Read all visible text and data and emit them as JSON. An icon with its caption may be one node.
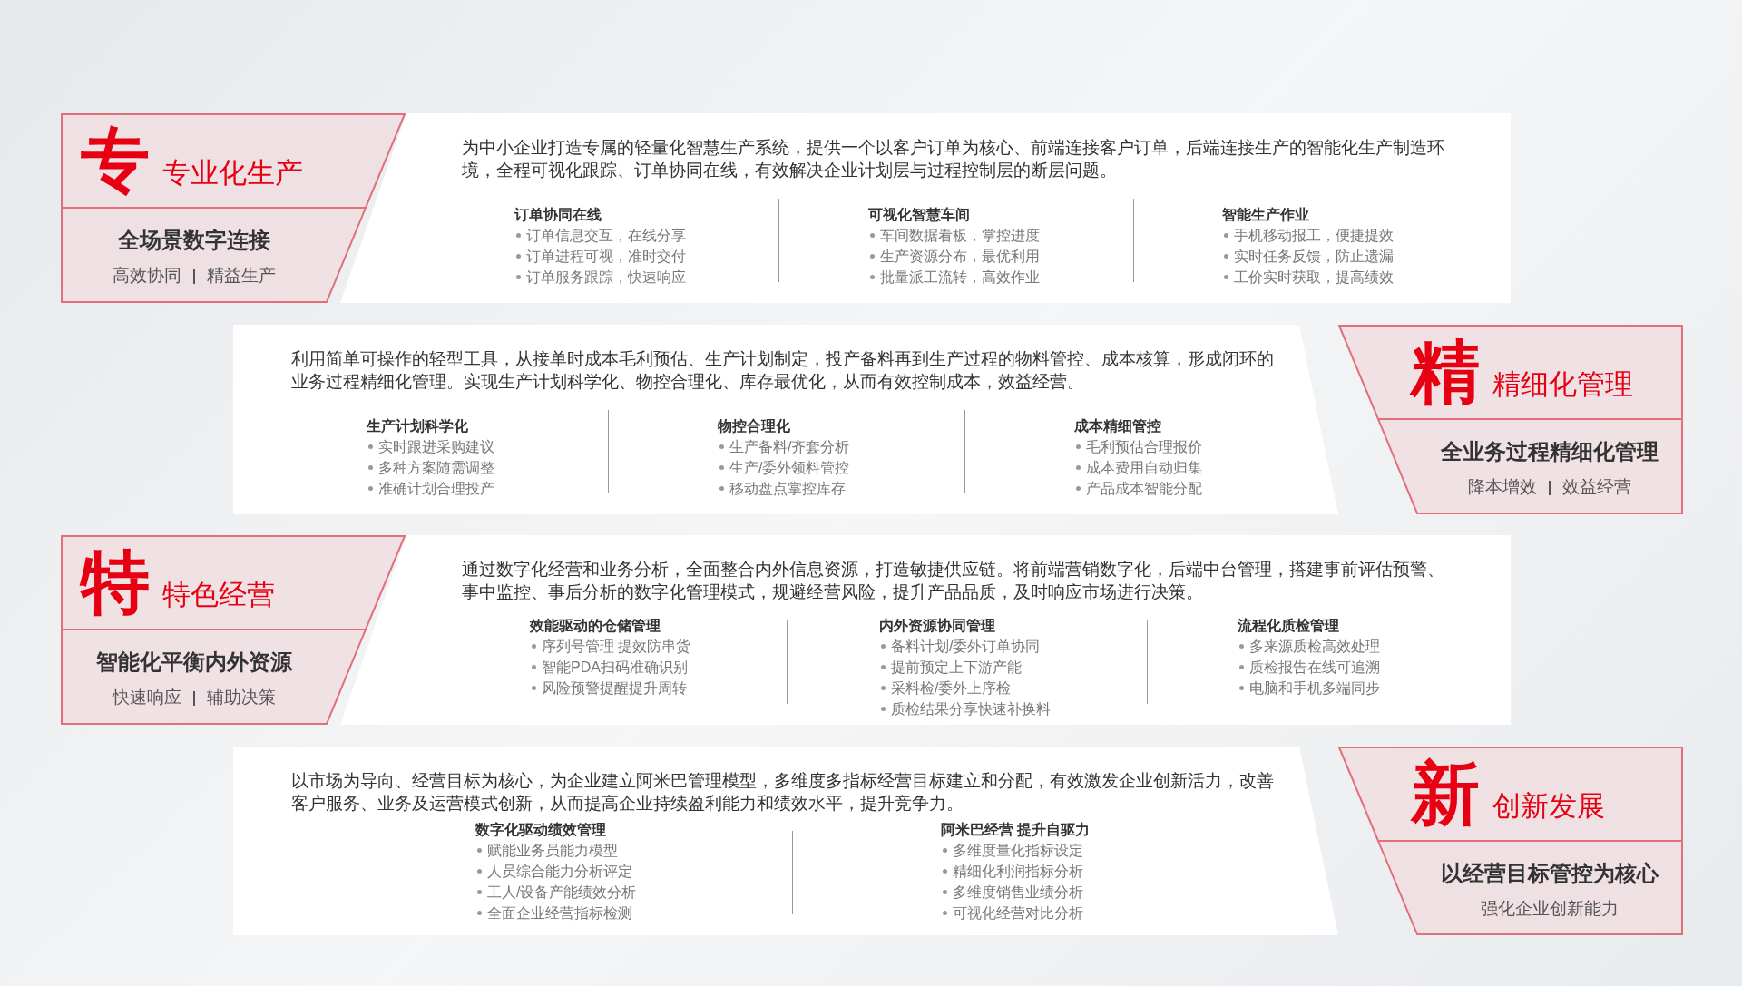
{
  "diagram": {
    "nodes": [
      {
        "text": [
          "专",
          "专业化生产"
        ]
      },
      {
        "text": [
          "全场景数字连接",
          "高效协同",
          "精益生产"
        ]
      },
      {
        "text": [
          "为中小企业打造专属的轻量化智慧生产系统，提供一个以客户订单为核心、前端连接客户订单，后端连接生产的智能化生产制造环境，全程可视化跟踪、订单协同在线，有效解决企业计划层与过程控制层的断层问题。"
        ]
      },
      {
        "text": [
          "订单协同在线",
          "订单信息交互，在线分享",
          "订单进程可视，准时交付",
          "订单服务跟踪，快速响应"
        ],
        "in": 2
      },
      {
        "text": [
          "可视化智慧车间",
          "车间数据看板，掌控进度",
          "生产资源分布，最优利用",
          "批量派工流转，高效作业"
        ],
        "in": 2
      },
      {
        "text": [
          "智能生产作业",
          "手机移动报工，便捷提效",
          "实时任务反馈，防止遗漏",
          "工价实时获取，提高绩效"
        ],
        "in": 2
      },
      {
        "text": [
          "利用简单可操作的轻型工具，从接单时成本毛利预估、生产计划制定，投产备料再到生产过程的物料管控、成本核算，形成闭环的业务过程精细化管理。实现生产计划科学化、物控合理化、库存最优化，从而有效控制成本，效益经营。"
        ]
      },
      {
        "text": [
          "生产计划科学化",
          "实时跟进采购建议",
          "多种方案随需调整",
          "准确计划合理投产"
        ],
        "in": 6
      },
      {
        "text": [
          "物控合理化",
          "生产备料/齐套分析",
          "生产/委外领料管控",
          "移动盘点掌控库存"
        ],
        "in": 6
      },
      {
        "text": [
          "成本精细管控",
          "毛利预估合理报价",
          "成本费用自动归集",
          "产品成本智能分配"
        ],
        "in": 6
      },
      {
        "text": [
          "精",
          "精细化管理"
        ]
      },
      {
        "text": [
          "全业务过程精细化管理",
          "降本增效",
          "效益经营"
        ]
      },
      {
        "text": [
          "特",
          "特色经营"
        ]
      },
      {
        "text": [
          "智能化平衡内外资源",
          "快速响应",
          "辅助决策"
        ]
      },
      {
        "text": [
          "通过数字化经营和业务分析，全面整合内外信息资源，打造敏捷供应链。将前端营销数字化，后端中台管理，搭建事前评估预警、事中监控、事后分析的数字化管理模式，规避经营风险，提升产品品质，及时响应市场进行决策。"
        ]
      },
      {
        "text": [
          "效能驱动的仓储管理",
          "序列号管理 提效防串货",
          "智能PDA扫码准确识别",
          "风险预警提醒提升周转"
        ],
        "in": 14
      },
      {
        "text": [
          "内外资源协同管理",
          "备料计划/委外订单协同",
          "提前预定上下游产能",
          "采料检/委外上序检",
          "质检结果分享快速补换料"
        ],
        "in": 14
      },
      {
        "text": [
          "流程化质检管理",
          "多来源质检高效处理",
          "质检报告在线可追溯",
          "电脑和手机多端同步"
        ],
        "in": 14
      },
      {
        "text": [
          "以市场为导向、经营目标为核心，为企业建立阿米巴管理模型，多维度多指标经营目标建立和分配，有效激发企业创新活力，改善客户服务、业务及运营模式创新，从而提高企业持续盈利能力和绩效水平，提升竞争力。"
        ]
      },
      {
        "text": [
          "数字化驱动绩效管理",
          "赋能业务员能力模型",
          "人员综合能力分析评定",
          "工人/设备产能绩效分析",
          "全面企业经营指标检测"
        ],
        "in": 18
      },
      {
        "text": [
          "阿米巴经营 提升自驱力",
          "多维度量化指标设定",
          "精细化利润指标分析",
          "多维度销售业绩分析",
          "可视化经营对比分析"
        ],
        "in": 18
      },
      {
        "text": [
          "新",
          "创新发展"
        ]
      },
      {
        "text": [
          "以经营目标管控为核心",
          "强化企业创新能力"
        ]
      }
    ]
  }
}
